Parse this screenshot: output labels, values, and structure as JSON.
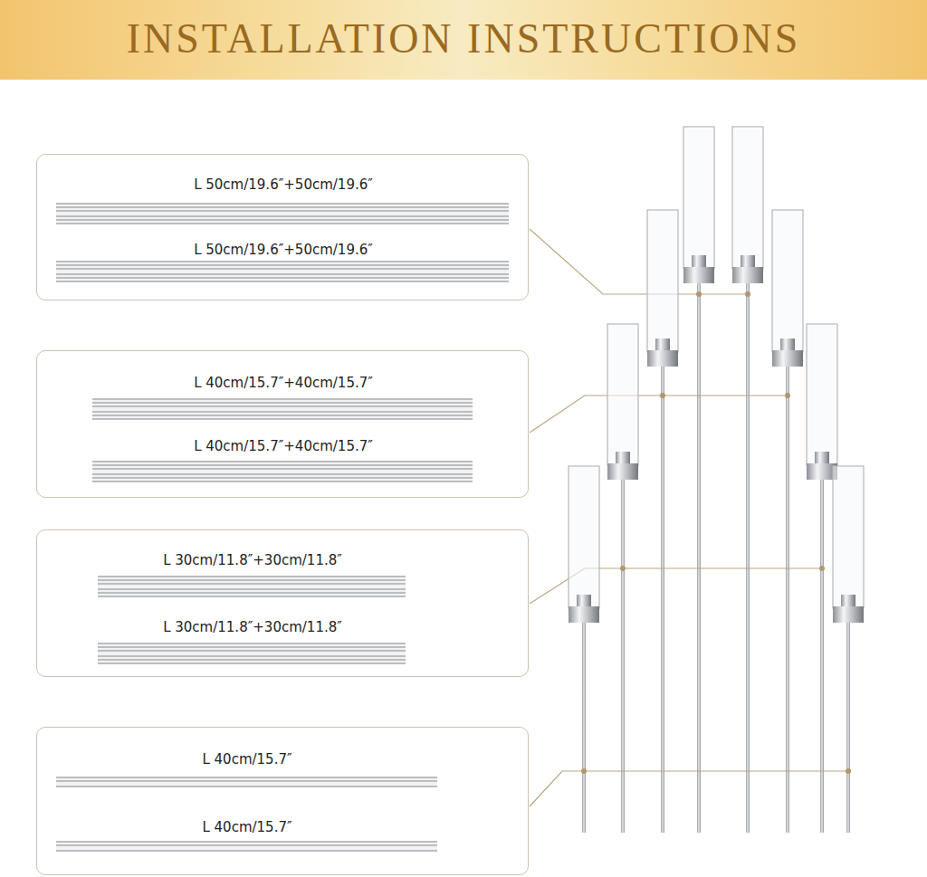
{
  "diagram": {
    "title": "INSTALLATION INSTRUCTIONS",
    "nodes": [
      {
        "text": [
          "L 50cm/19.6″+50cm/19.6″",
          "L 50cm/19.6″+50cm/19.6″"
        ]
      },
      {
        "text": [
          "L 40cm/15.7″+40cm/15.7″",
          "L 40cm/15.7″+40cm/15.7″"
        ]
      },
      {
        "text": [
          "L 30cm/11.8″+30cm/11.8″",
          "L 30cm/11.8″+30cm/11.8″"
        ]
      },
      {
        "text": [
          "L 40cm/15.7″",
          "L 40cm/15.7″"
        ]
      }
    ]
  }
}
